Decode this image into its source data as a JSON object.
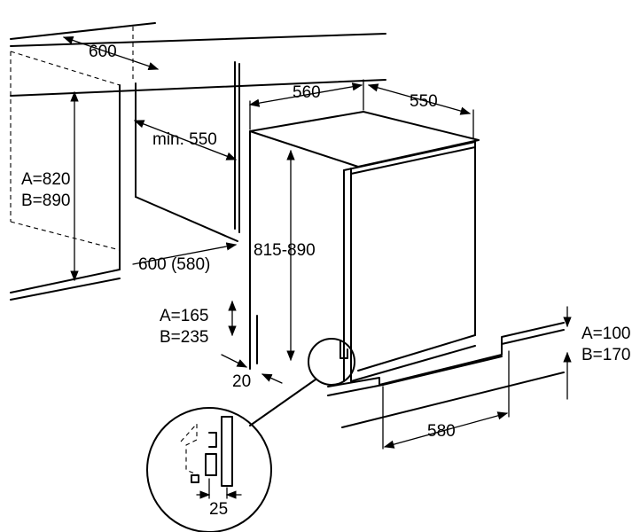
{
  "labels": {
    "niche_width": "600",
    "niche_depth_min": "min. 550",
    "height_a": "A=820",
    "height_b": "B=890",
    "bottom_depth": "600 (580)",
    "appliance_width": "560",
    "appliance_depth": "550",
    "appliance_height": "815-890",
    "plinth_a": "A=165",
    "plinth_b": "B=235",
    "plinth_offset": "20",
    "plinth_height_a": "A=100",
    "plinth_height_b": "B=170",
    "plinth_width": "580",
    "detail_gap": "25"
  },
  "colors": {
    "line": "#000000",
    "background": "#ffffff"
  }
}
